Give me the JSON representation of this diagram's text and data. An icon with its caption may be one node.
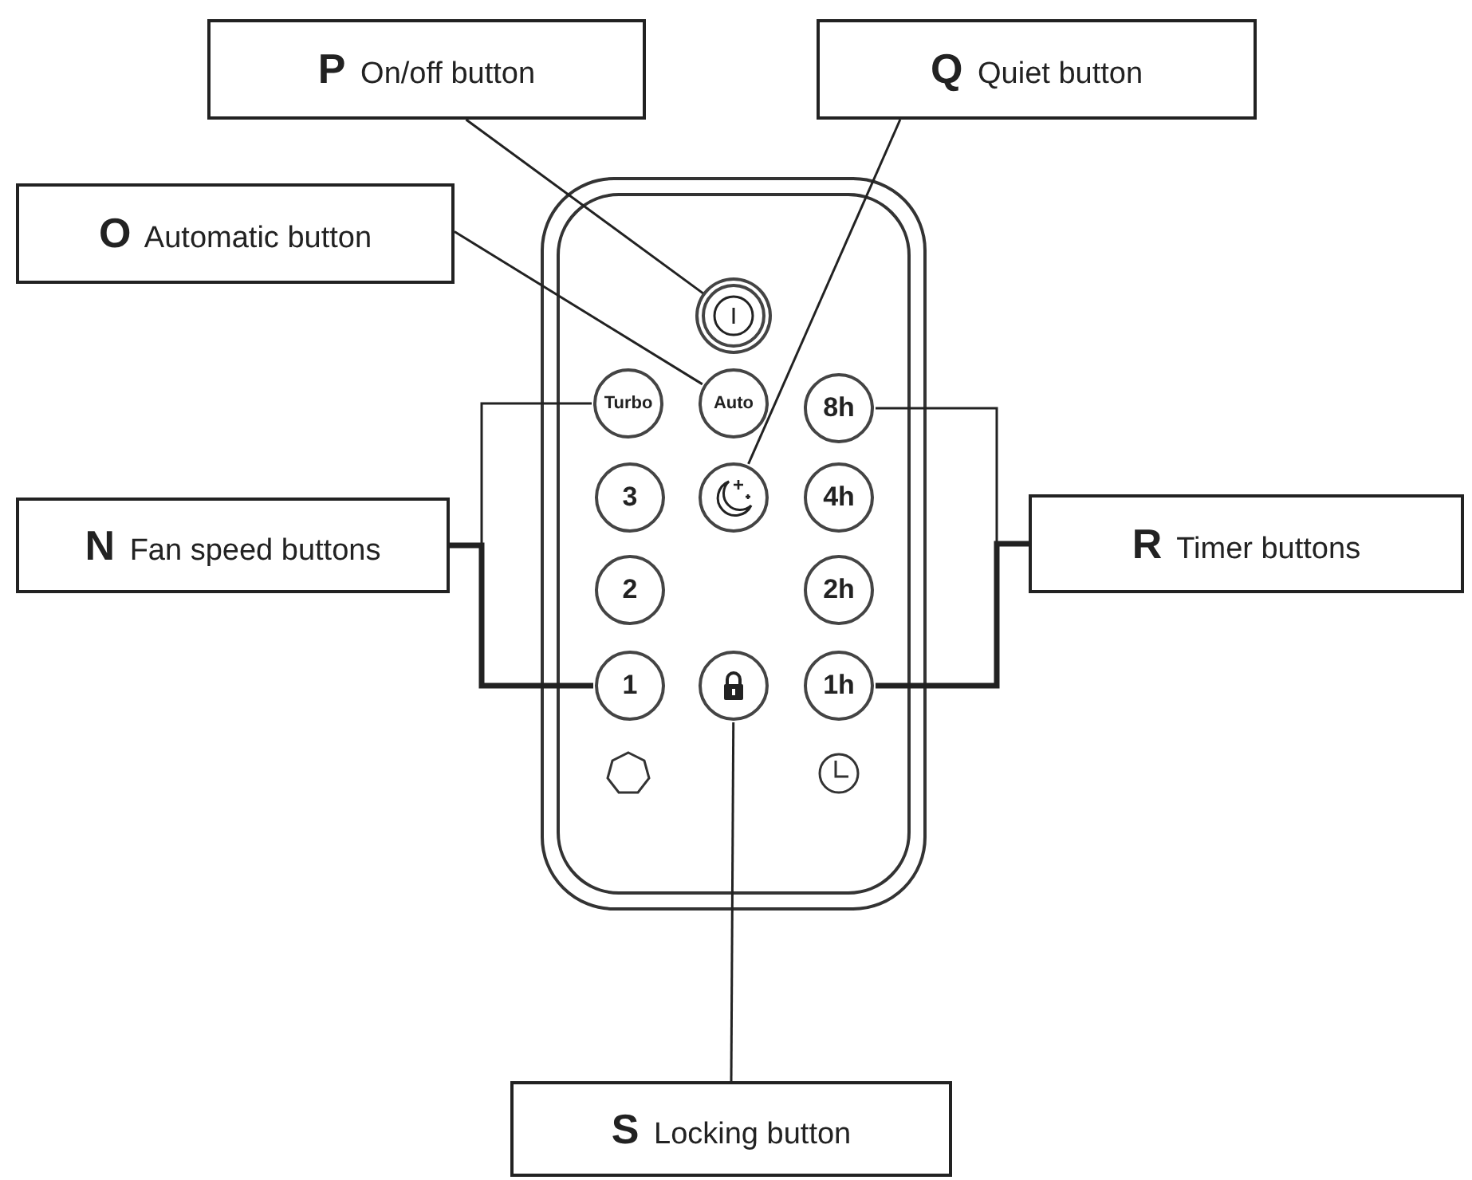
{
  "diagram": {
    "nodes": [
      {
        "text": [
          "**P** On/off button"
        ]
      },
      {
        "text": [
          "**Q** Quiet button"
        ]
      },
      {
        "text": [
          "**O** Automatic button"
        ]
      },
      {
        "text": [
          "**N** Fan speed buttons"
        ]
      },
      {
        "text": [
          "**R** Timer buttons"
        ]
      },
      {
        "text": [
          "**S** Locking button"
        ]
      },
      {
        "text": [],
        "shape": "circle"
      },
      {
        "text": [
          "Turbo"
        ]
      },
      {
        "text": [
          "Auto"
        ]
      },
      {
        "text": [
          "8h"
        ]
      },
      {
        "text": [
          "3"
        ]
      },
      {
        "text": [],
        "shape": "circle"
      },
      {
        "text": [
          "4h"
        ]
      },
      {
        "text": [
          "2"
        ]
      },
      {
        "text": [
          "2h"
        ]
      },
      {
        "text": [
          "1"
        ]
      },
      {
        "text": [],
        "shape": "circle"
      },
      {
        "text": [
          "1h"
        ]
      }
    ],
    "edges": [
      {
        "from": 0,
        "to": 6,
        "arrow": "none"
      },
      {
        "from": 2,
        "to": 8,
        "arrow": "none"
      },
      {
        "from": 1,
        "to": 11,
        "arrow": "none"
      },
      {
        "from": 3,
        "to": 7,
        "arrow": "none"
      },
      {
        "from": 3,
        "to": 15,
        "arrow": "none",
        "style": "thick"
      },
      {
        "from": 4,
        "to": 9,
        "arrow": "none"
      },
      {
        "from": 4,
        "to": 17,
        "arrow": "none",
        "style": "thick"
      },
      {
        "from": 5,
        "to": 16,
        "arrow": "none"
      }
    ]
  }
}
